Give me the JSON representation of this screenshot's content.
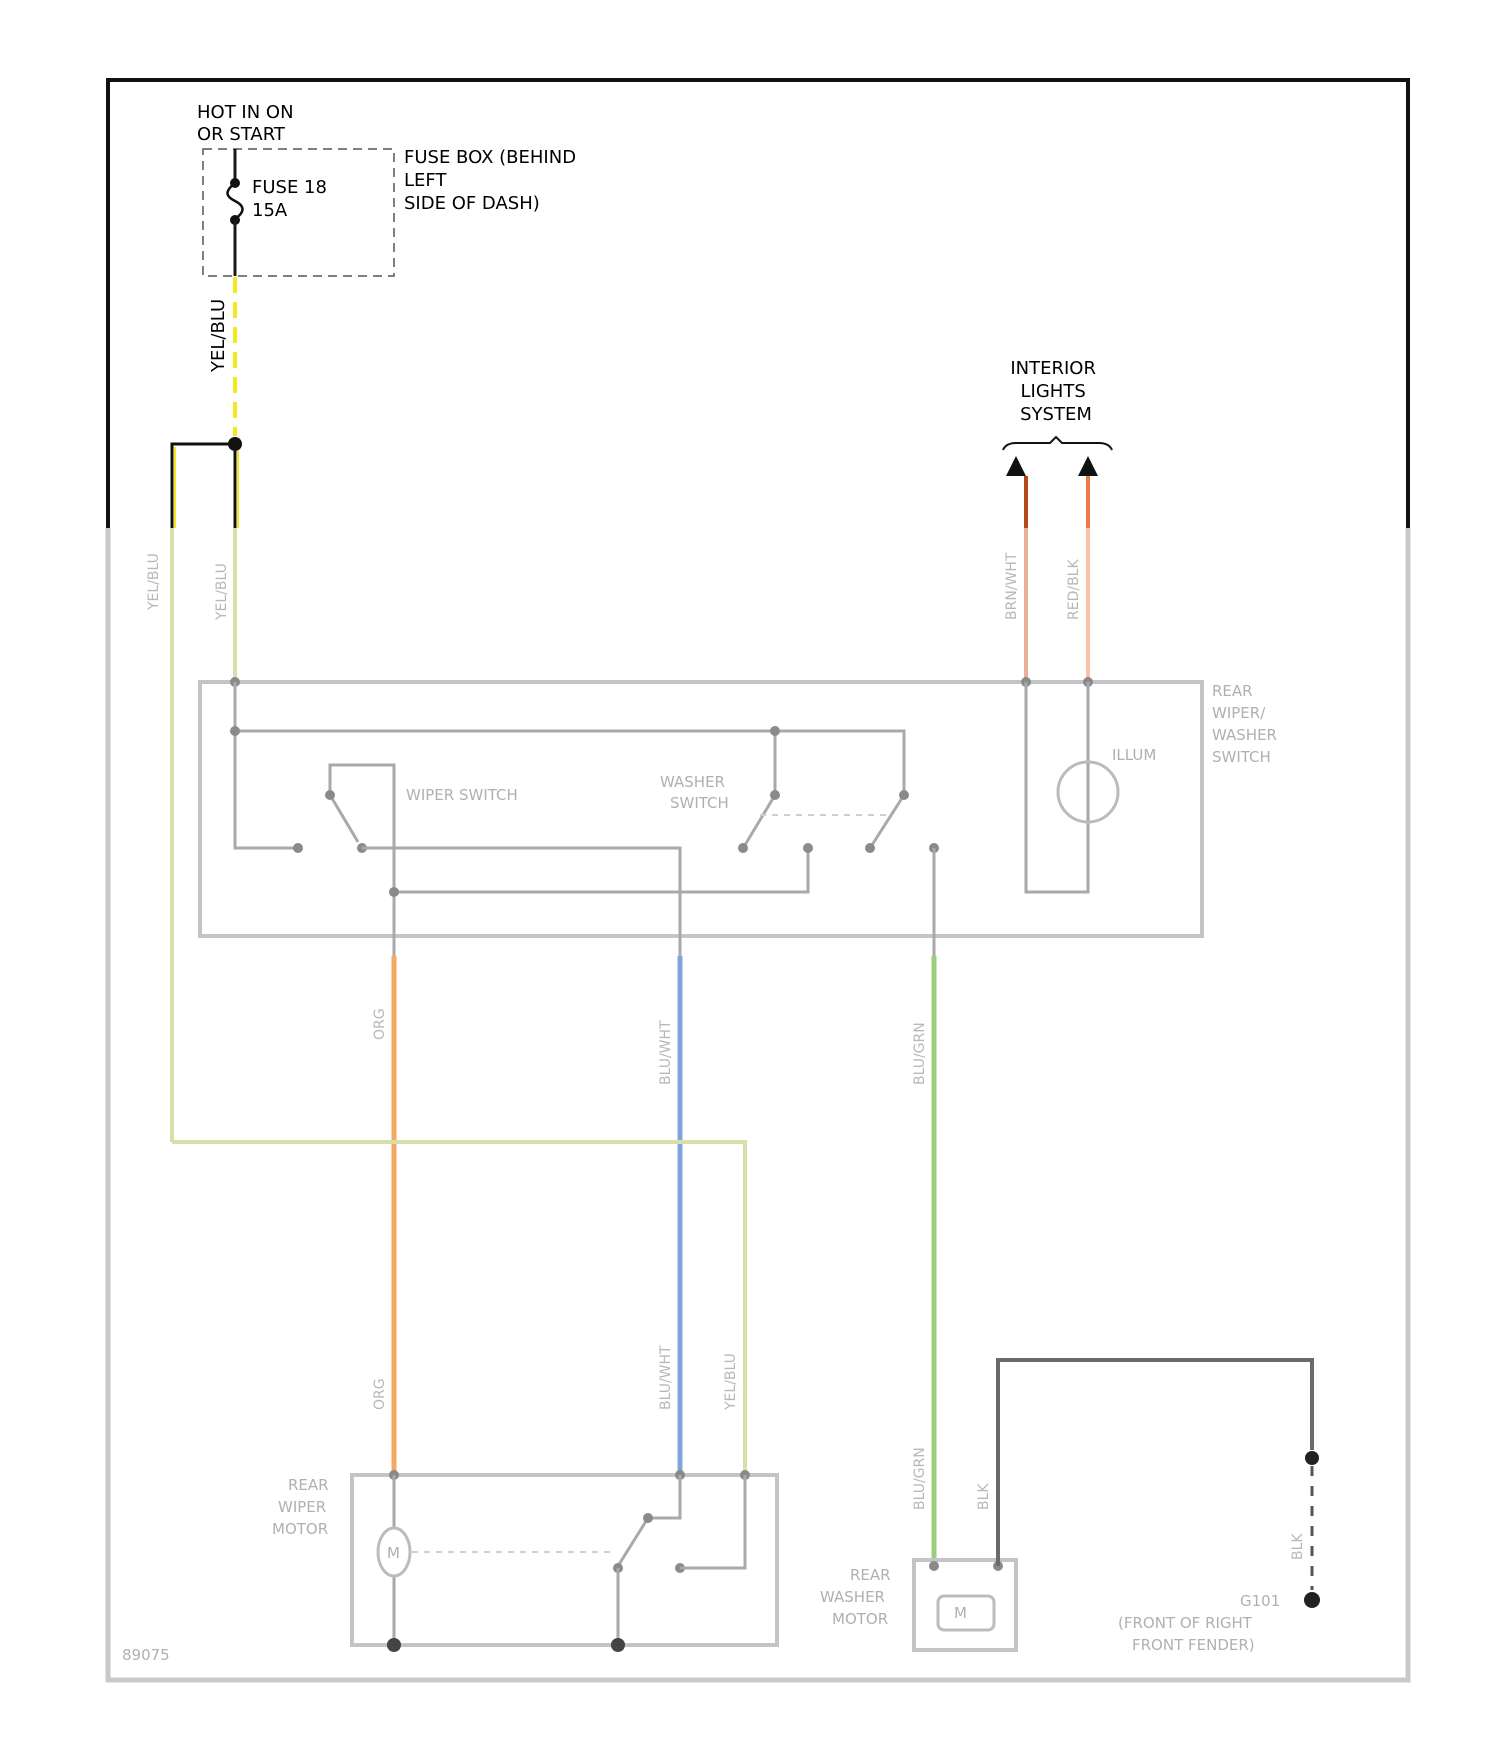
{
  "diagram": {
    "labels": {
      "power_source": [
        "HOT IN ON",
        "OR START"
      ],
      "fuse_box": [
        "FUSE BOX (BEHIND",
        "LEFT",
        "SIDE OF DASH)"
      ],
      "fuse": [
        "FUSE 18",
        "15A"
      ],
      "interior_lights": [
        "INTERIOR",
        "LIGHTS",
        "SYSTEM"
      ],
      "wire_yel_blu": "YEL/BLU"
    },
    "wire_colors": {
      "yel_blu_supply": "#f5e81c",
      "yel_blu_faded": "#d9dfa8",
      "interior_left": "#b5491c",
      "interior_right": "#ef7a45",
      "orange": "#f4a862",
      "blue": "#7fa6dc",
      "green": "#9ccc7e"
    },
    "icons": [
      "switch-icon",
      "motor-icon",
      "bulb-icon",
      "ground-icon",
      "arrow-up-icon"
    ]
  }
}
